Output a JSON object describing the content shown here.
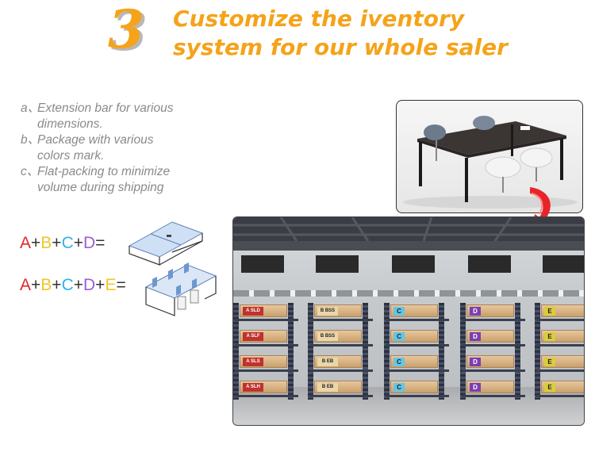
{
  "header": {
    "step_number": "3",
    "title_line1": "Customize the iventory",
    "title_line2": "system for our whole saler"
  },
  "features": [
    {
      "letter": "a、",
      "text": "Extension bar for various",
      "text2": "dimensions."
    },
    {
      "letter": "b、",
      "text": "Package with various",
      "text2": "colors mark."
    },
    {
      "letter": "c、",
      "text": "Flat-packing to minimize",
      "text2": "volume during shipping"
    }
  ],
  "equations": {
    "eq1": [
      {
        "t": "A",
        "c": "#e0282a"
      },
      {
        "t": "+",
        "c": "#333333"
      },
      {
        "t": "B",
        "c": "#f2c52a"
      },
      {
        "t": "+",
        "c": "#333333"
      },
      {
        "t": "C",
        "c": "#2bb3e6"
      },
      {
        "t": "+",
        "c": "#333333"
      },
      {
        "t": "D",
        "c": "#9b5fd1"
      },
      {
        "t": "=",
        "c": "#333333"
      }
    ],
    "eq2": [
      {
        "t": "A",
        "c": "#e0282a"
      },
      {
        "t": "+",
        "c": "#333333"
      },
      {
        "t": "B",
        "c": "#f2c52a"
      },
      {
        "t": "+",
        "c": "#333333"
      },
      {
        "t": "C",
        "c": "#2bb3e6"
      },
      {
        "t": "+",
        "c": "#333333"
      },
      {
        "t": "D",
        "c": "#9b5fd1"
      },
      {
        "t": "+",
        "c": "#333333"
      },
      {
        "t": "E",
        "c": "#f2c52a"
      },
      {
        "t": "=",
        "c": "#333333"
      }
    ]
  },
  "warehouse": {
    "columns": [
      {
        "letter": "A",
        "color": "#c0322e",
        "labels": [
          "A SLD",
          "A SLF",
          "A SLS",
          "A SLH"
        ]
      },
      {
        "letter": "B",
        "color": "#e9d7a8",
        "labels": [
          "B BSS",
          "B BSS",
          "B EB",
          "B EB"
        ]
      },
      {
        "letter": "C",
        "color": "#62c6e6",
        "labels": [
          "C",
          "C",
          "C",
          "C"
        ]
      },
      {
        "letter": "D",
        "color": "#7b3fb0",
        "labels": [
          "D",
          "D",
          "D",
          "D"
        ]
      },
      {
        "letter": "E",
        "color": "#d8cd3a",
        "labels": [
          "E",
          "E",
          "E",
          "E"
        ]
      }
    ]
  },
  "colors": {
    "accent": "#f5a31a",
    "text_gray": "#8a8a8a",
    "arrow": "#e8242a"
  }
}
